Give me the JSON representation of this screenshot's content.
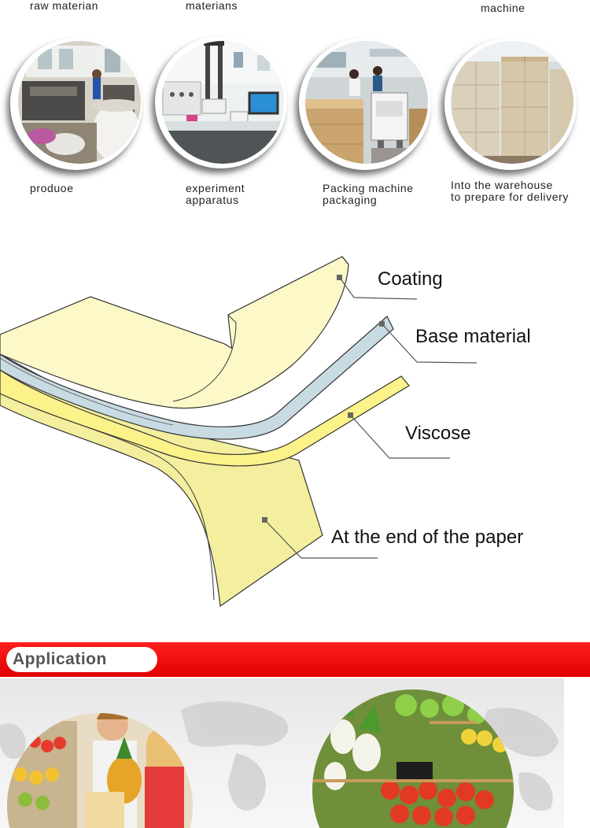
{
  "top_labels": [
    {
      "text": "raw materian"
    },
    {
      "text": "materians"
    },
    {
      "text": "machine"
    }
  ],
  "process_steps": [
    {
      "caption_line1": "produoe",
      "caption_line2": "",
      "icon": "factory-workshop-photo"
    },
    {
      "caption_line1": "experiment",
      "caption_line2": "apparatus",
      "icon": "lab-tensile-tester-photo"
    },
    {
      "caption_line1": "Packing machine",
      "caption_line2": "packaging",
      "icon": "packing-line-photo"
    },
    {
      "caption_line1": "Into the warehouse",
      "caption_line2": "to prepare for delivery",
      "icon": "warehouse-pallets-photo"
    }
  ],
  "layers": {
    "coating": "Coating",
    "base": "Base material",
    "viscose": "Viscose",
    "end_paper": "At the end of the paper"
  },
  "colors": {
    "coating_fill": "#fdf8c8",
    "base_fill": "#c8dbe3",
    "viscose_fill": "#fbf28a",
    "end_paper_fill": "#f3ef9e",
    "banner_red": "#e60000"
  },
  "application": {
    "title": "Application"
  }
}
